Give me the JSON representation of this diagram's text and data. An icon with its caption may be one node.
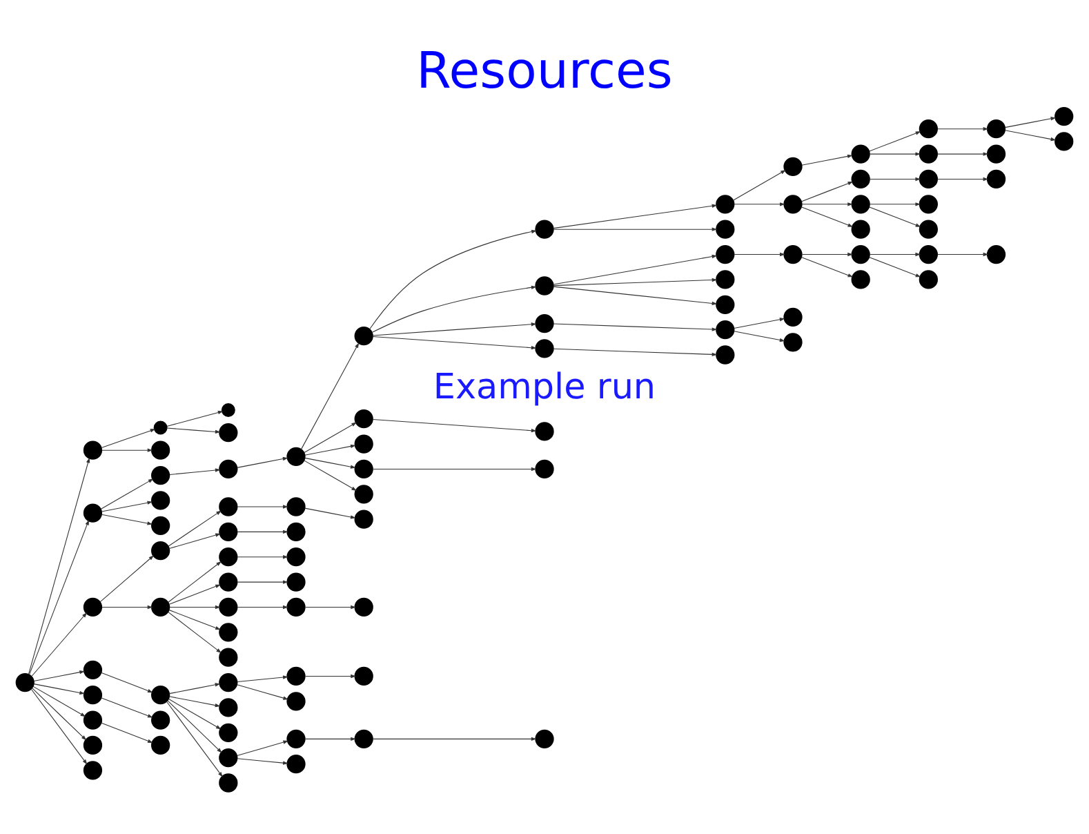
{
  "diagram": {
    "title": "Resources",
    "nodes": [
      {
        "text": [],
        "shape": "circle"
      },
      {
        "text": [],
        "shape": "circle"
      },
      {
        "text": [],
        "shape": "circle"
      },
      {
        "text": [],
        "shape": "circle"
      },
      {
        "text": [],
        "shape": "circle"
      },
      {
        "text": [],
        "shape": "circle"
      },
      {
        "text": [],
        "shape": "circle"
      },
      {
        "text": [],
        "shape": "circle"
      },
      {
        "text": [],
        "shape": "circle"
      },
      {
        "text": [],
        "shape": "circle"
      },
      {
        "text": [],
        "shape": "circle"
      },
      {
        "text": [],
        "shape": "circle"
      },
      {
        "text": [],
        "shape": "circle"
      },
      {
        "text": [],
        "shape": "circle"
      },
      {
        "text": [],
        "shape": "circle"
      },
      {
        "text": [],
        "shape": "circle"
      },
      {
        "text": [],
        "shape": "circle"
      },
      {
        "text": [],
        "shape": "circle"
      },
      {
        "text": [],
        "shape": "circle"
      },
      {
        "text": [],
        "shape": "circle"
      },
      {
        "text": [],
        "shape": "circle"
      },
      {
        "text": [],
        "shape": "circle"
      },
      {
        "text": [],
        "shape": "circle"
      },
      {
        "text": [],
        "shape": "circle"
      },
      {
        "text": [],
        "shape": "circle"
      },
      {
        "text": [],
        "shape": "circle"
      },
      {
        "text": [],
        "shape": "circle"
      },
      {
        "text": [],
        "shape": "circle"
      },
      {
        "text": [],
        "shape": "circle"
      },
      {
        "text": [],
        "shape": "circle"
      },
      {
        "text": [],
        "shape": "circle"
      },
      {
        "text": [],
        "shape": "circle"
      },
      {
        "text": [],
        "shape": "circle"
      },
      {
        "text": [],
        "shape": "circle"
      },
      {
        "text": [],
        "shape": "circle"
      },
      {
        "text": [],
        "shape": "circle"
      },
      {
        "text": [],
        "shape": "circle"
      },
      {
        "text": [],
        "shape": "circle"
      },
      {
        "text": [],
        "shape": "circle"
      },
      {
        "text": [],
        "shape": "circle"
      },
      {
        "text": [],
        "shape": "circle"
      },
      {
        "text": [],
        "shape": "circle"
      },
      {
        "text": [],
        "shape": "circle"
      },
      {
        "text": [],
        "shape": "circle"
      },
      {
        "text": [],
        "shape": "circle"
      },
      {
        "text": [],
        "shape": "circle"
      },
      {
        "text": [],
        "shape": "circle"
      },
      {
        "text": [],
        "shape": "circle"
      },
      {
        "text": [],
        "shape": "circle"
      },
      {
        "text": [],
        "shape": "circle"
      },
      {
        "text": [],
        "shape": "circle"
      },
      {
        "text": [],
        "shape": "circle"
      },
      {
        "text": [],
        "shape": "circle"
      },
      {
        "text": [],
        "shape": "circle"
      },
      {
        "text": [],
        "shape": "circle"
      },
      {
        "text": [],
        "shape": "circle"
      },
      {
        "text": [],
        "shape": "circle"
      },
      {
        "text": [],
        "shape": "circle"
      },
      {
        "text": [],
        "shape": "circle"
      },
      {
        "text": [],
        "shape": "circle"
      },
      {
        "text": [],
        "shape": "circle"
      },
      {
        "text": [],
        "shape": "circle"
      },
      {
        "text": [],
        "shape": "circle"
      },
      {
        "text": [],
        "shape": "circle"
      },
      {
        "text": [],
        "shape": "circle"
      },
      {
        "text": [],
        "shape": "circle"
      },
      {
        "text": [],
        "shape": "circle"
      },
      {
        "text": [],
        "shape": "circle"
      },
      {
        "text": [],
        "shape": "circle"
      },
      {
        "text": [],
        "shape": "circle"
      },
      {
        "text": [],
        "shape": "circle"
      },
      {
        "text": [],
        "shape": "circle"
      },
      {
        "text": [],
        "shape": "circle"
      },
      {
        "text": [],
        "shape": "circle"
      },
      {
        "text": [],
        "shape": "circle"
      },
      {
        "text": [],
        "shape": "circle"
      },
      {
        "text": [],
        "shape": "circle"
      },
      {
        "text": [],
        "shape": "circle"
      },
      {
        "text": [],
        "shape": "circle"
      },
      {
        "text": [],
        "shape": "circle"
      },
      {
        "text": [],
        "shape": "circle"
      },
      {
        "text": [],
        "shape": "circle"
      },
      {
        "text": [],
        "shape": "circle"
      },
      {
        "text": [],
        "shape": "circle"
      },
      {
        "text": [],
        "shape": "circle"
      },
      {
        "text": [],
        "shape": "circle"
      },
      {
        "text": [],
        "shape": "circle"
      },
      {
        "text": [],
        "shape": "circle"
      },
      {
        "text": [],
        "shape": "circle"
      },
      {
        "text": [],
        "shape": "circle"
      },
      {
        "text": [],
        "shape": "circle"
      }
    ],
    "edges": [
      {
        "from": 0,
        "to": 1,
        "arrow": "to"
      },
      {
        "from": 0,
        "to": 2,
        "arrow": "to"
      },
      {
        "from": 0,
        "to": 3,
        "arrow": "to"
      },
      {
        "from": 0,
        "to": 4,
        "arrow": "to"
      },
      {
        "from": 0,
        "to": 5,
        "arrow": "to"
      },
      {
        "from": 0,
        "to": 6,
        "arrow": "to"
      },
      {
        "from": 0,
        "to": 7,
        "arrow": "to"
      },
      {
        "from": 0,
        "to": 8,
        "arrow": "to"
      },
      {
        "from": 1,
        "to": 9,
        "arrow": "to"
      },
      {
        "from": 1,
        "to": 10,
        "arrow": "to"
      },
      {
        "from": 2,
        "to": 11,
        "arrow": "to"
      },
      {
        "from": 2,
        "to": 12,
        "arrow": "to"
      },
      {
        "from": 2,
        "to": 13,
        "arrow": "to"
      },
      {
        "from": 3,
        "to": 14,
        "arrow": "to"
      },
      {
        "from": 3,
        "to": 15,
        "arrow": "to"
      },
      {
        "from": 4,
        "to": 16,
        "arrow": "to"
      },
      {
        "from": 5,
        "to": 17,
        "arrow": "to"
      },
      {
        "from": 6,
        "to": 18,
        "arrow": "to"
      },
      {
        "from": 9,
        "to": 19,
        "arrow": "to"
      },
      {
        "from": 9,
        "to": 20,
        "arrow": "to"
      },
      {
        "from": 11,
        "to": 21,
        "arrow": "to"
      },
      {
        "from": 14,
        "to": 22,
        "arrow": "to"
      },
      {
        "from": 14,
        "to": 23,
        "arrow": "to"
      },
      {
        "from": 15,
        "to": 24,
        "arrow": "to"
      },
      {
        "from": 15,
        "to": 25,
        "arrow": "to"
      },
      {
        "from": 15,
        "to": 26,
        "arrow": "to"
      },
      {
        "from": 15,
        "to": 27,
        "arrow": "to"
      },
      {
        "from": 15,
        "to": 28,
        "arrow": "to"
      },
      {
        "from": 16,
        "to": 29,
        "arrow": "to"
      },
      {
        "from": 16,
        "to": 30,
        "arrow": "to"
      },
      {
        "from": 16,
        "to": 31,
        "arrow": "to"
      },
      {
        "from": 16,
        "to": 32,
        "arrow": "to"
      },
      {
        "from": 16,
        "to": 33,
        "arrow": "to"
      },
      {
        "from": 21,
        "to": 34,
        "arrow": "to"
      },
      {
        "from": 22,
        "to": 35,
        "arrow": "to"
      },
      {
        "from": 23,
        "to": 36,
        "arrow": "to"
      },
      {
        "from": 24,
        "to": 37,
        "arrow": "to"
      },
      {
        "from": 25,
        "to": 38,
        "arrow": "to"
      },
      {
        "from": 26,
        "to": 39,
        "arrow": "to"
      },
      {
        "from": 29,
        "to": 40,
        "arrow": "to"
      },
      {
        "from": 29,
        "to": 41,
        "arrow": "to"
      },
      {
        "from": 32,
        "to": 42,
        "arrow": "to"
      },
      {
        "from": 32,
        "to": 43,
        "arrow": "to"
      },
      {
        "from": 34,
        "to": 44,
        "arrow": "to"
      },
      {
        "from": 34,
        "to": 45,
        "arrow": "to"
      },
      {
        "from": 34,
        "to": 46,
        "arrow": "to"
      },
      {
        "from": 34,
        "to": 47,
        "arrow": "to"
      },
      {
        "from": 34,
        "to": 48,
        "arrow": "to"
      },
      {
        "from": 35,
        "to": 49,
        "arrow": "to"
      },
      {
        "from": 39,
        "to": 50,
        "arrow": "to"
      },
      {
        "from": 40,
        "to": 51,
        "arrow": "to"
      },
      {
        "from": 42,
        "to": 52,
        "arrow": "to"
      },
      {
        "from": 44,
        "to": 53,
        "arrow": "to"
      },
      {
        "from": 44,
        "to": 54,
        "arrow": "to"
      },
      {
        "from": 44,
        "to": 55,
        "arrow": "to"
      },
      {
        "from": 44,
        "to": 56,
        "arrow": "to"
      },
      {
        "from": 45,
        "to": 57,
        "arrow": "to"
      },
      {
        "from": 47,
        "to": 58,
        "arrow": "to"
      },
      {
        "from": 52,
        "to": 59,
        "arrow": "to"
      },
      {
        "from": 53,
        "to": 60,
        "arrow": "to"
      },
      {
        "from": 53,
        "to": 61,
        "arrow": "to"
      },
      {
        "from": 54,
        "to": 62,
        "arrow": "to"
      },
      {
        "from": 54,
        "to": 63,
        "arrow": "to"
      },
      {
        "from": 54,
        "to": 64,
        "arrow": "to"
      },
      {
        "from": 55,
        "to": 65,
        "arrow": "to"
      },
      {
        "from": 56,
        "to": 66,
        "arrow": "to"
      },
      {
        "from": 60,
        "to": 67,
        "arrow": "to"
      },
      {
        "from": 60,
        "to": 68,
        "arrow": "to"
      },
      {
        "from": 62,
        "to": 69,
        "arrow": "to"
      },
      {
        "from": 65,
        "to": 70,
        "arrow": "to"
      },
      {
        "from": 65,
        "to": 71,
        "arrow": "to"
      },
      {
        "from": 67,
        "to": 72,
        "arrow": "to"
      },
      {
        "from": 68,
        "to": 73,
        "arrow": "to"
      },
      {
        "from": 68,
        "to": 74,
        "arrow": "to"
      },
      {
        "from": 68,
        "to": 75,
        "arrow": "to"
      },
      {
        "from": 69,
        "to": 76,
        "arrow": "to"
      },
      {
        "from": 69,
        "to": 77,
        "arrow": "to"
      },
      {
        "from": 72,
        "to": 78,
        "arrow": "to"
      },
      {
        "from": 72,
        "to": 79,
        "arrow": "to"
      },
      {
        "from": 73,
        "to": 80,
        "arrow": "to"
      },
      {
        "from": 74,
        "to": 81,
        "arrow": "to"
      },
      {
        "from": 74,
        "to": 82,
        "arrow": "to"
      },
      {
        "from": 76,
        "to": 83,
        "arrow": "to"
      },
      {
        "from": 76,
        "to": 84,
        "arrow": "to"
      },
      {
        "from": 78,
        "to": 85,
        "arrow": "to"
      },
      {
        "from": 79,
        "to": 86,
        "arrow": "to"
      },
      {
        "from": 80,
        "to": 87,
        "arrow": "to"
      },
      {
        "from": 83,
        "to": 88,
        "arrow": "to"
      },
      {
        "from": 85,
        "to": 89,
        "arrow": "to"
      },
      {
        "from": 85,
        "to": 90,
        "arrow": "to"
      }
    ],
    "labels": [
      "Example run"
    ]
  }
}
